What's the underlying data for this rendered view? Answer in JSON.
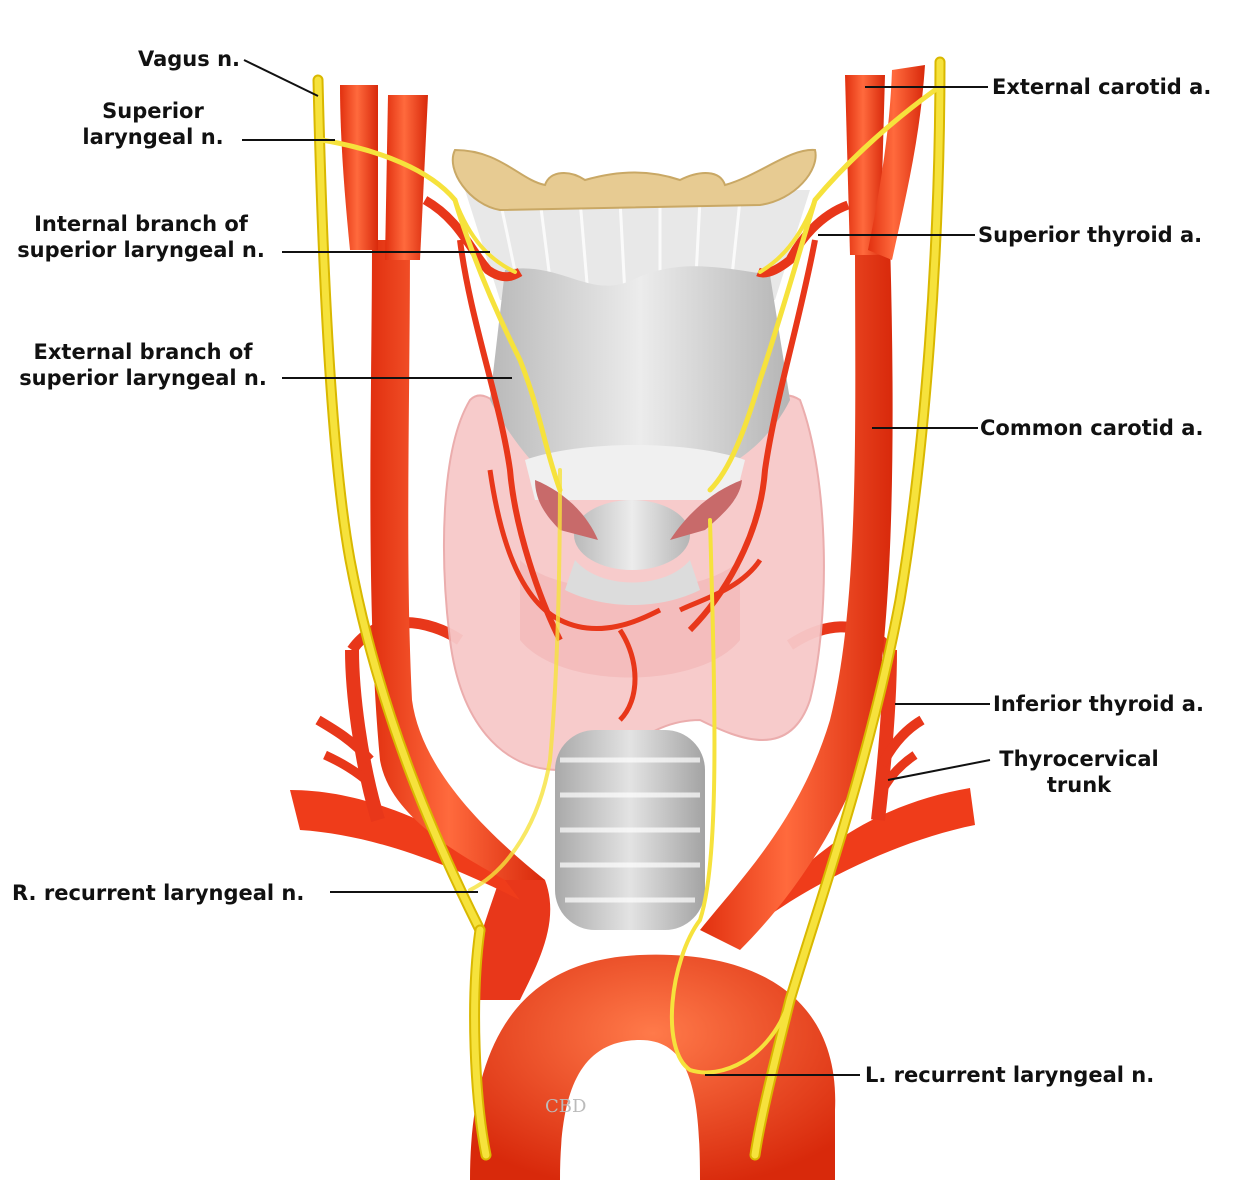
{
  "colors": {
    "artery": "#f0401c",
    "artery_dark": "#c92a0e",
    "nerve": "#f6e23c",
    "nerve_edge": "#d9b800",
    "thyroid": "#f6c6c6",
    "cartilage": "#cfcfcf",
    "hyoid": "#e6c98e",
    "leader": "#111111"
  },
  "labels": {
    "vagus": "Vagus n.",
    "superior_laryngeal": [
      "Superior",
      "laryngeal n."
    ],
    "internal_branch": [
      "Internal branch of",
      "superior laryngeal n."
    ],
    "external_branch": [
      "External branch of",
      "superior laryngeal n."
    ],
    "r_recurrent": "R. recurrent laryngeal n.",
    "external_carotid": "External carotid a.",
    "superior_thyroid": "Superior thyroid a.",
    "common_carotid": "Common carotid a.",
    "inferior_thyroid": "Inferior thyroid a.",
    "thyrocervical": [
      "Thyrocervical",
      "trunk"
    ],
    "l_recurrent": "L. recurrent laryngeal n."
  },
  "signature": "CBD"
}
